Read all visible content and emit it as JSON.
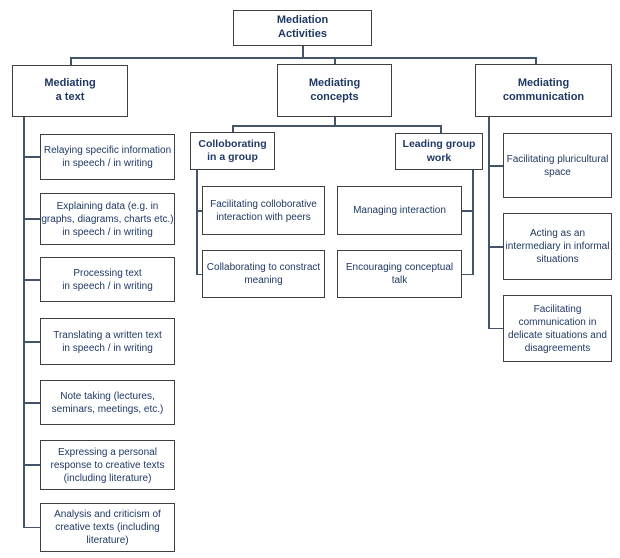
{
  "colors": {
    "background": "#FFFFFF",
    "border": "#404040",
    "connector": "#44546A",
    "text": "#1F3864"
  },
  "root": {
    "label": "Mediation\nActivities"
  },
  "branches": [
    {
      "label": "Mediating\na text",
      "children": [
        "Relaying specific information\nin speech / in writing",
        "Explaining data (e.g. in\ngraphs, diagrams, charts etc.)\nin speech / in writing",
        "Processing text\nin speech / in writing",
        "Translating a written text\nin speech / in writing",
        "Note taking (lectures,\nseminars, meetings, etc.)",
        "Expressing a personal\nresponse to creative texts\n(including literature)",
        "Analysis and criticism of\ncreative texts (including\nliterature)"
      ]
    },
    {
      "label": "Mediating\nconcepts",
      "groups": [
        {
          "label": "Colloborating\nin a group",
          "children": [
            "Facilitating colloborative\ninteraction with peers",
            "Collaborating to constract\nmeaning"
          ]
        },
        {
          "label": "Leading group\nwork",
          "children": [
            "Managing interaction",
            "Encouraging conceptual\ntalk"
          ]
        }
      ]
    },
    {
      "label": "Mediating\ncommunication",
      "children": [
        "Facilitating pluricultural\nspace",
        "Acting as an\nintermediary in informal\nsituations",
        "Facilitating\ncommunication in\ndelicate situations and\ndisagreements"
      ]
    }
  ]
}
